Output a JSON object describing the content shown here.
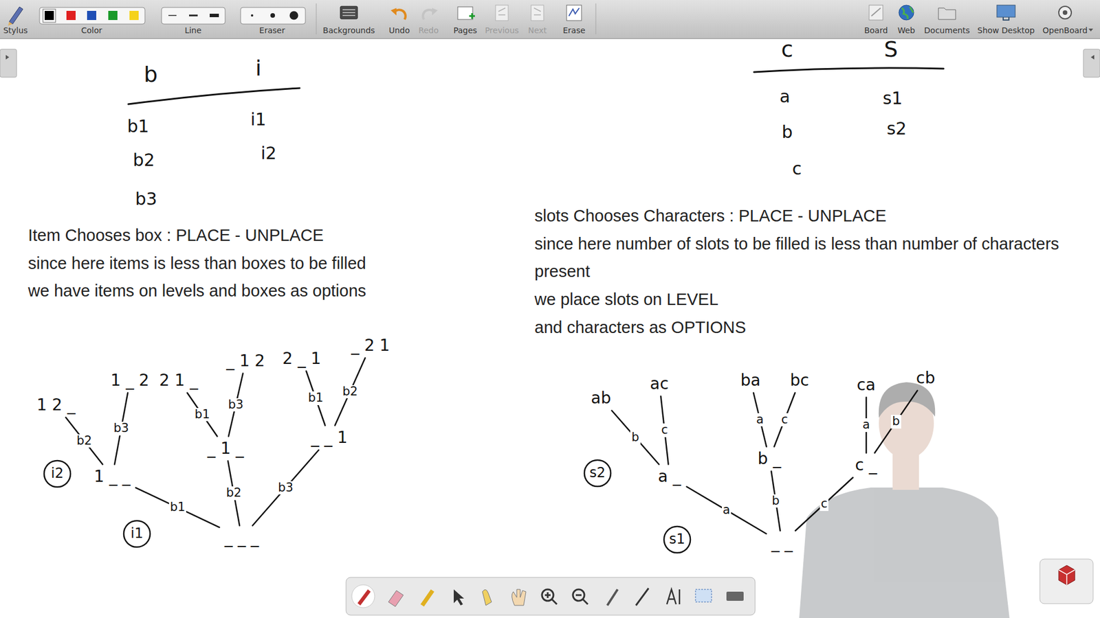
{
  "diagram": {
    "nodes": [
      {
        "text": [
          "1 2 _"
        ]
      },
      {
        "text": [
          "1 _ 2"
        ]
      },
      {
        "text": [
          "2 1 _"
        ]
      },
      {
        "text": [
          "_ 1 2"
        ]
      },
      {
        "text": [
          "2 _ 1"
        ]
      },
      {
        "text": [
          "_ 2 1"
        ]
      },
      {
        "text": [
          "i2"
        ]
      },
      {
        "text": [
          "1 _ _"
        ]
      },
      {
        "text": [
          "_ 1 _"
        ]
      },
      {
        "text": [
          "_ _ 1"
        ]
      },
      {
        "text": [
          "i1"
        ]
      },
      {
        "text": [
          "_ _ _"
        ]
      },
      {
        "text": [
          "ab"
        ]
      },
      {
        "text": [
          "ac"
        ]
      },
      {
        "text": [
          "ba"
        ]
      },
      {
        "text": [
          "bc"
        ]
      },
      {
        "text": [
          "ca"
        ]
      },
      {
        "text": [
          "cb"
        ]
      },
      {
        "text": [
          "s2"
        ]
      },
      {
        "text": [
          "a _"
        ]
      },
      {
        "text": [
          "b _"
        ]
      },
      {
        "text": [
          "c _"
        ]
      },
      {
        "text": [
          "s1"
        ]
      },
      {
        "text": [
          "_ _"
        ]
      }
    ],
    "edges": [
      {
        "from": 11,
        "to": 7,
        "arrow": "none",
        "label": "b1"
      },
      {
        "from": 11,
        "to": 8,
        "arrow": "none",
        "label": "b2"
      },
      {
        "from": 11,
        "to": 9,
        "arrow": "none",
        "label": "b3"
      },
      {
        "from": 7,
        "to": 0,
        "arrow": "none",
        "label": "b2"
      },
      {
        "from": 7,
        "to": 1,
        "arrow": "none",
        "label": "b3"
      },
      {
        "from": 8,
        "to": 2,
        "arrow": "none",
        "label": "b1"
      },
      {
        "from": 8,
        "to": 3,
        "arrow": "none",
        "label": "b3"
      },
      {
        "from": 9,
        "to": 4,
        "arrow": "none",
        "label": "b1"
      },
      {
        "from": 9,
        "to": 5,
        "arrow": "none",
        "label": "b2"
      },
      {
        "from": 23,
        "to": 19,
        "arrow": "none",
        "label": "a"
      },
      {
        "from": 23,
        "to": 20,
        "arrow": "none",
        "label": "b"
      },
      {
        "from": 23,
        "to": 21,
        "arrow": "none",
        "label": "c"
      },
      {
        "from": 19,
        "to": 12,
        "arrow": "none",
        "label": "b"
      },
      {
        "from": 19,
        "to": 13,
        "arrow": "none",
        "label": "c"
      },
      {
        "from": 20,
        "to": 14,
        "arrow": "none",
        "label": "a"
      },
      {
        "from": 20,
        "to": 15,
        "arrow": "none",
        "label": "c"
      },
      {
        "from": 21,
        "to": 16,
        "arrow": "none",
        "label": "a"
      },
      {
        "from": 21,
        "to": 17,
        "arrow": "none",
        "label": "b"
      }
    ],
    "labels": [
      "Stylus",
      "Color",
      "Line",
      "Eraser",
      "Backgrounds",
      "Undo",
      "Redo",
      "Pages",
      "Previous",
      "Next",
      "Erase",
      "Board",
      "Web",
      "Documents",
      "Show Desktop",
      "OpenBoard",
      "b",
      "i",
      "b1",
      "i1",
      "b2",
      "i2",
      "b3",
      "c",
      "S",
      "a",
      "s1",
      "b",
      "s2",
      "c",
      "Item Chooses box : PLACE - UNPLACE",
      "since here items is less than boxes to be filled",
      "we have items on levels and boxes as options",
      "slots Chooses Characters : PLACE - UNPLACE",
      "since here number of slots to be filled is less than number of characters present",
      "we place slots on LEVEL",
      "and characters as OPTIONS"
    ]
  }
}
